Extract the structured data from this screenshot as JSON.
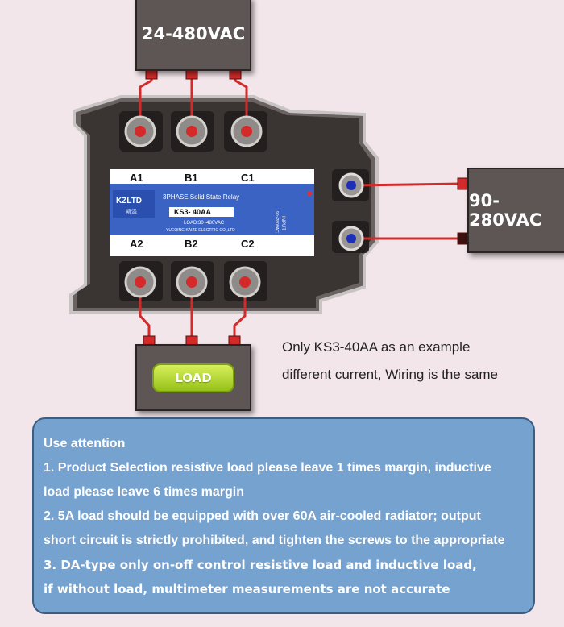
{
  "power_source_top": {
    "label": "24-480VAC"
  },
  "power_source_right": {
    "label": "90-280VAC"
  },
  "load": {
    "label": "LOAD"
  },
  "relay": {
    "brand": "KZLTD",
    "brand_chinese": "凯泽",
    "title": "3PHASE Solid State Relay",
    "model": "KS3- 40AA",
    "load_spec": "LOAD:30~480VAC",
    "manufacturer": "YUEQING KAIZE ELECTRIC CO.,LTD",
    "input_label": "INPUT",
    "input_spec": "90~280VAC",
    "terminals_top": [
      "A1",
      "B1",
      "C1"
    ],
    "terminals_bottom": [
      "A2",
      "B2",
      "C2"
    ]
  },
  "notes": [
    "Only KS3-40AA as an example",
    "different current, Wiring is the same"
  ],
  "attention": {
    "heading": "Use attention",
    "lines": [
      "1. Product Selection resistive load please leave 1 times margin, inductive",
      "load please leave 6 times margin",
      "2. 5A load should be equipped with over 60A air-cooled radiator; output",
      "short circuit is strictly prohibited, and tighten the screws to the appropriate",
      "3.  DA-type only on-off control resistive load and inductive load,",
      "if without load, multimeter measurements are not accurate"
    ]
  },
  "colors": {
    "background": "#f2e6ea",
    "box": "#5d5654",
    "wire": "#d42a2a",
    "relay_body": "#3a3532",
    "label_panel": "#3b63c4",
    "load_button": "#b4d93a",
    "attention_panel": "#76a2d0"
  }
}
